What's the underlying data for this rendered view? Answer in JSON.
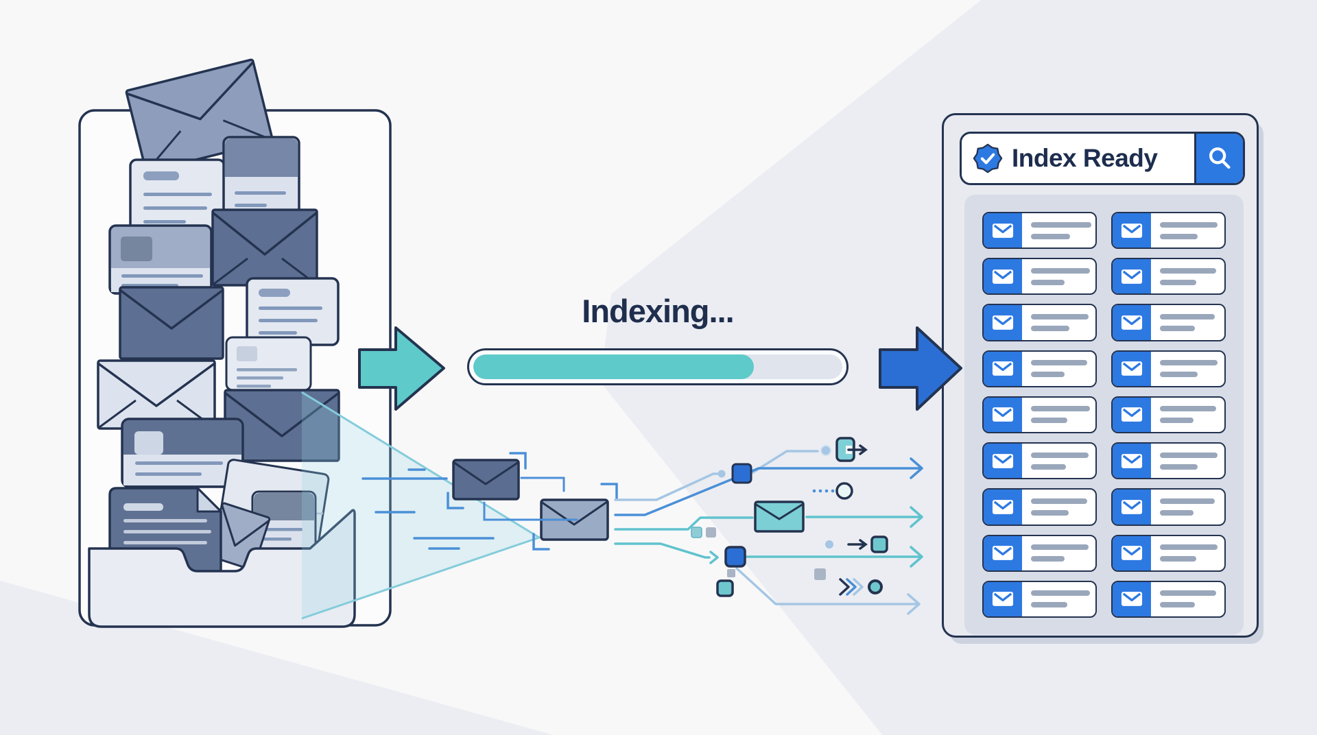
{
  "scene": {
    "background": "#f8f8f9",
    "accent_teal": "#5ecaca",
    "accent_blue": "#2b6fd4",
    "ink": "#243350"
  },
  "source_stage": {
    "illustration": "unsorted-mail-pile",
    "icons": [
      "envelope-icon",
      "letter-icon",
      "document-icon",
      "inbox-tray-icon"
    ]
  },
  "indexing_stage": {
    "title": "Indexing...",
    "progress_percent": 76,
    "fill_color": "#5ecaca",
    "track_color": "#e0e4ed",
    "flow_icons": [
      "envelope-icon",
      "export-icon",
      "data-dot-icon",
      "data-square-icon",
      "chevron-right-icon"
    ]
  },
  "result_stage": {
    "search": {
      "label": "Index Ready",
      "badge_icon": "verified-badge-icon",
      "button_icon": "search-icon",
      "button_color": "#2d79e2"
    },
    "grid": {
      "columns": 2,
      "rows": 9,
      "item_icon": "envelope-icon",
      "item_accent": "#2d79e2"
    },
    "items": [
      {
        "line1": 88,
        "line2": 57
      },
      {
        "line1": 84,
        "line2": 55
      },
      {
        "line1": 86,
        "line2": 49
      },
      {
        "line1": 82,
        "line2": 53
      },
      {
        "line1": 84,
        "line2": 56
      },
      {
        "line1": 80,
        "line2": 51
      },
      {
        "line1": 82,
        "line2": 49
      },
      {
        "line1": 84,
        "line2": 55
      },
      {
        "line1": 86,
        "line2": 53
      },
      {
        "line1": 82,
        "line2": 49
      },
      {
        "line1": 84,
        "line2": 51
      },
      {
        "line1": 84,
        "line2": 55
      },
      {
        "line1": 82,
        "line2": 55
      },
      {
        "line1": 80,
        "line2": 49
      },
      {
        "line1": 84,
        "line2": 49
      },
      {
        "line1": 84,
        "line2": 53
      },
      {
        "line1": 86,
        "line2": 53
      },
      {
        "line1": 82,
        "line2": 51
      }
    ]
  }
}
